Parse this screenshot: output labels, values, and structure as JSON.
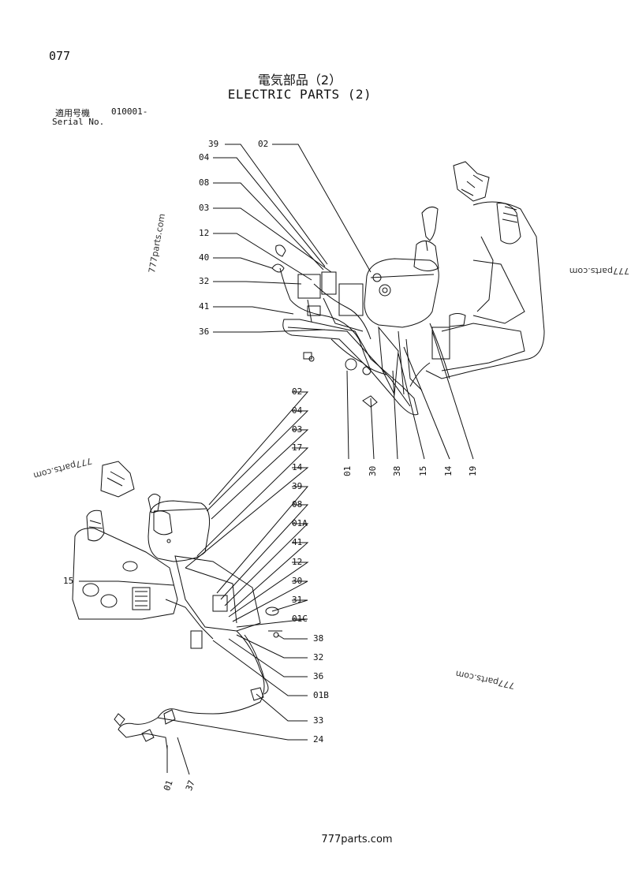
{
  "header": {
    "page_number": "077",
    "title_jp": "電気部品（2）",
    "title_en": "ELECTRIC PARTS (2)",
    "serial_label_jp": "適用号機",
    "serial_value": "010001-",
    "serial_label_en": "Serial No."
  },
  "footer": {
    "site": "777parts.com"
  },
  "watermarks": [
    "777parts.com",
    "777parts.com",
    "777parts.com",
    "777parts.com"
  ],
  "upper_view": {
    "left_callouts": [
      "39",
      "04",
      "08",
      "03",
      "12",
      "40",
      "32",
      "41",
      "36"
    ],
    "top_callout": "02",
    "bottom_callouts": [
      "01",
      "30",
      "38",
      "15",
      "14",
      "19"
    ]
  },
  "lower_view": {
    "right_callouts": [
      "02",
      "04",
      "03",
      "17",
      "14",
      "39",
      "08",
      "01A",
      "41",
      "12",
      "30",
      "31",
      "01C",
      "38",
      "32",
      "36",
      "01B",
      "33",
      "24"
    ],
    "left_callout": "15",
    "bottom_callouts": [
      "01",
      "37"
    ]
  },
  "colors": {
    "ink": "#111111",
    "paper": "#ffffff"
  }
}
